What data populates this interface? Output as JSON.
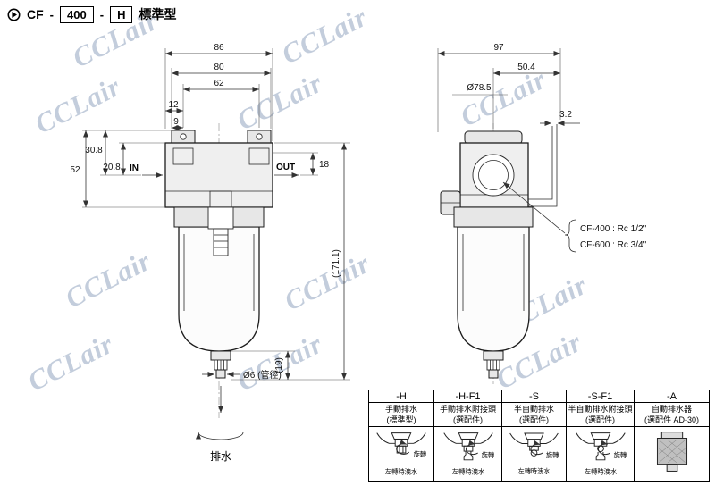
{
  "watermark": {
    "text": "CCLair"
  },
  "title": {
    "icon": "play-circle",
    "prefix": "CF",
    "separator": "-",
    "model": "400",
    "option": "H",
    "type_label": "標準型"
  },
  "front_view": {
    "dims": {
      "w86": "86",
      "w80": "80",
      "w62": "62",
      "w12": "12",
      "w9": "9",
      "h52": "52",
      "h30_8": "30.8",
      "h20_8": "20.8",
      "h18": "18",
      "total": "(171.1)",
      "drain_h": "(19)"
    },
    "labels": {
      "in": "IN",
      "out": "OUT",
      "pipe": "Ø6 (管徑)",
      "drain": "排水"
    }
  },
  "side_view": {
    "dims": {
      "w97": "97",
      "w50_4": "50.4",
      "dia": "Ø78.5",
      "t3_2": "3.2"
    },
    "notes": {
      "cf400": "CF-400 : Rc 1/2\"",
      "cf600": "CF-600 : Rc 3/4\""
    }
  },
  "options_table": {
    "columns": [
      {
        "code": "-H",
        "name": "手動排水",
        "note": "(標準型)",
        "rotate": "旋轉",
        "drain": "左轉時洩水"
      },
      {
        "code": "-H-F1",
        "name": "手動排水附接頭",
        "note": "(選配件)",
        "rotate": "旋轉",
        "drain": "左轉時洩水"
      },
      {
        "code": "-S",
        "name": "半自動排水",
        "note": "(選配件)",
        "rotate": "旋轉",
        "drain": "左轉時洩水"
      },
      {
        "code": "-S-F1",
        "name": "半自動排水附接頭",
        "note": "(選配件)",
        "rotate": "旋轉",
        "drain": "左轉時洩水"
      },
      {
        "code": "-A",
        "name": "自動排水器",
        "note": "(選配件 AD-30)"
      }
    ]
  }
}
